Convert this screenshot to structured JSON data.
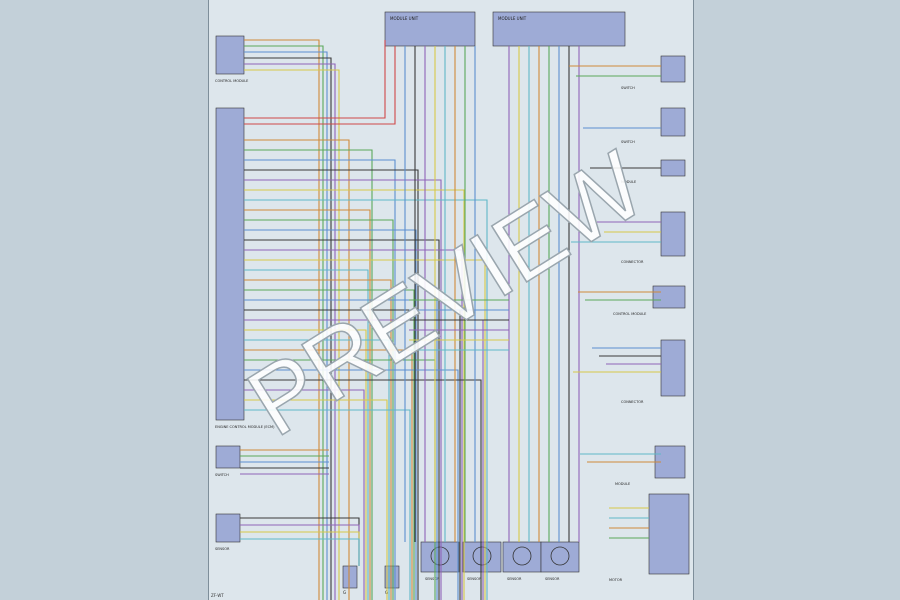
{
  "watermark": "PREVIEW",
  "figure_id": "ZF-WT",
  "top_modules": [
    {
      "label": "MODULE UNIT"
    },
    {
      "label": "MODULE UNIT"
    }
  ],
  "left_modules": [
    {
      "label": "CONTROL MODULE"
    },
    {
      "label": "ENGINE CONTROL MODULE (ECM)"
    },
    {
      "label": "SWITCH"
    },
    {
      "label": "SENSOR"
    }
  ],
  "right_components": [
    {
      "label": "SWITCH"
    },
    {
      "label": "SWITCH"
    },
    {
      "label": "MODULE"
    },
    {
      "label": "CONNECTOR"
    },
    {
      "label": "CONTROL MODULE"
    },
    {
      "label": "CONNECTOR"
    },
    {
      "label": "MODULE"
    },
    {
      "label": "MOTOR"
    }
  ],
  "bottom_sensors": [
    {
      "label": "SENSOR"
    },
    {
      "label": "SENSOR"
    },
    {
      "label": "SENSOR"
    },
    {
      "label": "SENSOR"
    }
  ],
  "ground_labels": [
    "G",
    "G"
  ],
  "colors": {
    "module_fill": "#9eabd6",
    "wire_red": "#cf4848",
    "wire_orange": "#d08a3a",
    "wire_yellow": "#d7c848",
    "wire_green": "#5aa85a",
    "wire_blue": "#5c8fd0",
    "wire_cyan": "#5fb8c8",
    "wire_violet": "#9064b8",
    "wire_dark": "#3a3a3a",
    "watermark": "#ffffff"
  }
}
